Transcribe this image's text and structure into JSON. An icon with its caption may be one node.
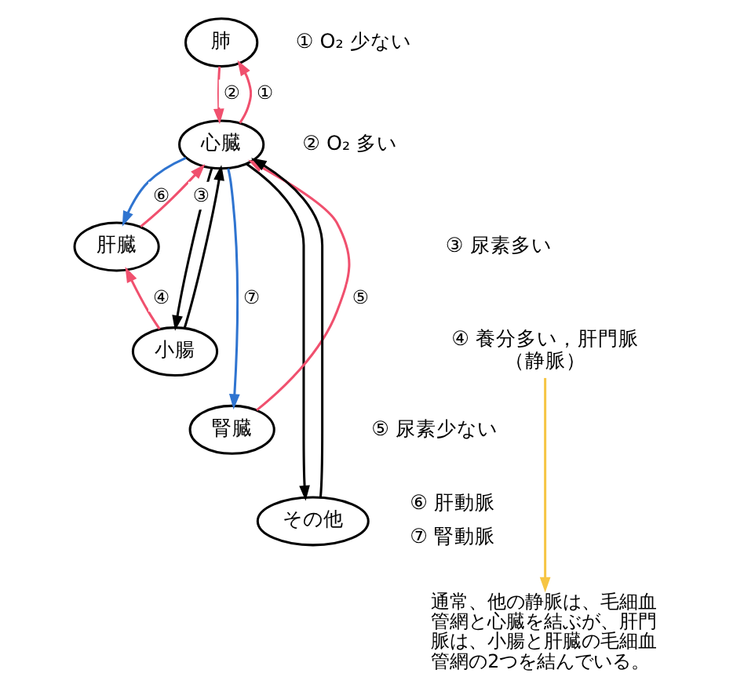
{
  "diagram": {
    "nodes": [
      {
        "text": [
          "肺"
        ]
      },
      {
        "text": [
          "心臓"
        ]
      },
      {
        "text": [
          "肝臓"
        ]
      },
      {
        "text": [
          "小腸"
        ]
      },
      {
        "text": [
          "腎臓"
        ]
      },
      {
        "text": [
          "その他"
        ]
      },
      {
        "text": [
          "④ 養分多い，肝門脈",
          "（静脈）"
        ]
      },
      {
        "text": [
          "通常、他の静脈は、毛細血管網と心臓を結ぶが、肝門脈は、小腸と肝臓の毛細血管網の2つを結んでいる。"
        ]
      }
    ],
    "edges": [
      {
        "from": 1,
        "to": 0,
        "arrow": "to",
        "label": "①",
        "color": "#f0506e"
      },
      {
        "from": 0,
        "to": 1,
        "arrow": "to",
        "label": "②",
        "color": "#f0506e"
      },
      {
        "from": 2,
        "to": 1,
        "arrow": "to",
        "label": "③",
        "color": "#f0506e"
      },
      {
        "from": 1,
        "to": 2,
        "arrow": "to",
        "label": "⑥",
        "color": "#2f74d0"
      },
      {
        "from": 3,
        "to": 2,
        "arrow": "to",
        "label": "④",
        "color": "#f0506e"
      },
      {
        "from": 1,
        "to": 3,
        "arrow": "to",
        "color": "#000000"
      },
      {
        "from": 3,
        "to": 1,
        "arrow": "to",
        "color": "#000000"
      },
      {
        "from": 1,
        "to": 4,
        "arrow": "to",
        "label": "⑦",
        "color": "#2f74d0"
      },
      {
        "from": 4,
        "to": 1,
        "arrow": "to",
        "label": "⑤",
        "color": "#f0506e"
      },
      {
        "from": 1,
        "to": 5,
        "arrow": "to",
        "color": "#000000"
      },
      {
        "from": 5,
        "to": 1,
        "arrow": "to",
        "color": "#000000"
      },
      {
        "from": 6,
        "to": 7,
        "arrow": "to",
        "color": "#f6c544"
      }
    ],
    "labels": [
      "① O₂ 少ない",
      "② O₂ 多い",
      "③ 尿素多い",
      "⑤ 尿素少ない",
      "⑥ 肝動脈",
      "⑦ 腎動脈"
    ]
  }
}
